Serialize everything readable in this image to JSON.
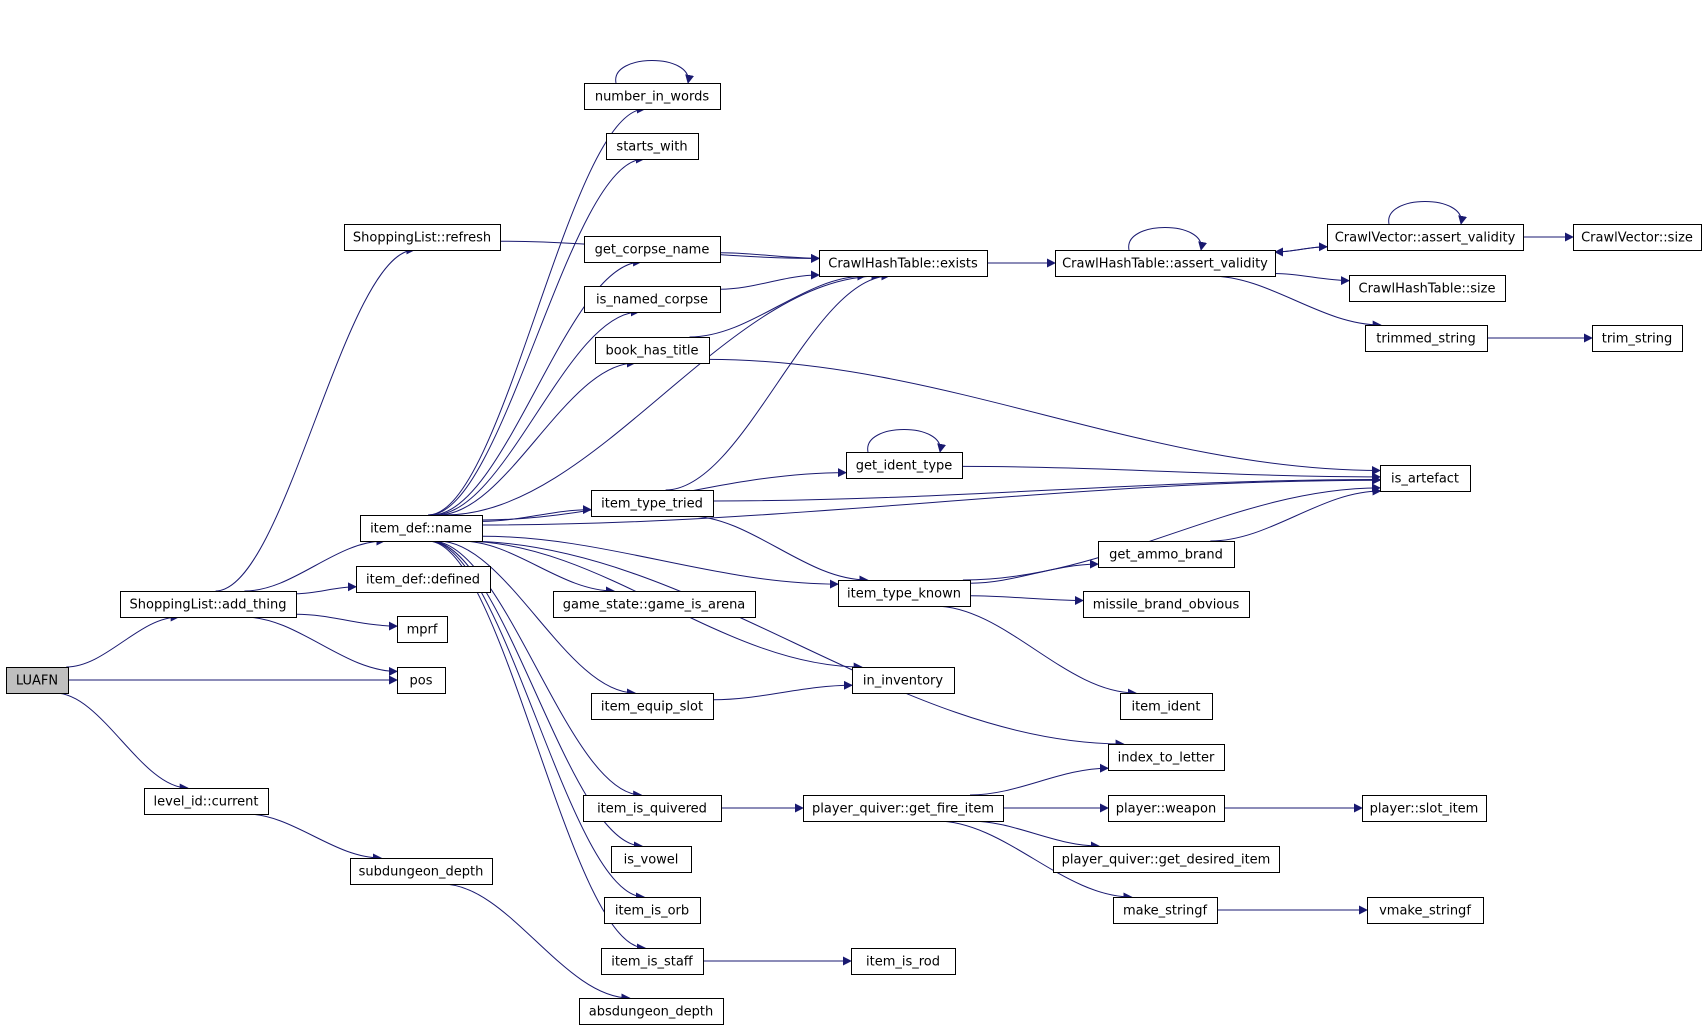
{
  "nodes": [
    {
      "id": "luafn",
      "label": "LUAFN",
      "root": true
    },
    {
      "id": "add_thing",
      "label": "ShoppingList::add_thing"
    },
    {
      "id": "refresh",
      "label": "ShoppingList::refresh"
    },
    {
      "id": "level_current",
      "label": "level_id::current"
    },
    {
      "id": "item_name",
      "label": "item_def::name"
    },
    {
      "id": "defined",
      "label": "item_def::defined"
    },
    {
      "id": "mprf",
      "label": "mprf"
    },
    {
      "id": "pos",
      "label": "pos"
    },
    {
      "id": "subdungeon",
      "label": "subdungeon_depth"
    },
    {
      "id": "absdungeon",
      "label": "absdungeon_depth"
    },
    {
      "id": "number_in_words",
      "label": "number_in_words"
    },
    {
      "id": "starts_with",
      "label": "starts_with"
    },
    {
      "id": "get_corpse_name",
      "label": "get_corpse_name"
    },
    {
      "id": "is_named_corpse",
      "label": "is_named_corpse"
    },
    {
      "id": "book_has_title",
      "label": "book_has_title"
    },
    {
      "id": "item_type_tried",
      "label": "item_type_tried"
    },
    {
      "id": "game_is_arena",
      "label": "game_state::game_is_arena"
    },
    {
      "id": "item_equip_slot",
      "label": "item_equip_slot"
    },
    {
      "id": "item_is_quivered",
      "label": "item_is_quivered"
    },
    {
      "id": "is_vowel",
      "label": "is_vowel"
    },
    {
      "id": "item_is_orb",
      "label": "item_is_orb"
    },
    {
      "id": "item_is_staff",
      "label": "item_is_staff"
    },
    {
      "id": "hash_exists",
      "label": "CrawlHashTable::exists"
    },
    {
      "id": "get_ident_type",
      "label": "get_ident_type"
    },
    {
      "id": "item_type_known",
      "label": "item_type_known"
    },
    {
      "id": "in_inventory",
      "label": "in_inventory"
    },
    {
      "id": "get_fire_item",
      "label": "player_quiver::get_fire_item"
    },
    {
      "id": "item_is_rod",
      "label": "item_is_rod"
    },
    {
      "id": "hash_assert",
      "label": "CrawlHashTable::assert_validity"
    },
    {
      "id": "get_ammo_brand",
      "label": "get_ammo_brand"
    },
    {
      "id": "missile_brand",
      "label": "missile_brand_obvious"
    },
    {
      "id": "item_ident",
      "label": "item_ident"
    },
    {
      "id": "index_to_letter",
      "label": "index_to_letter"
    },
    {
      "id": "player_weapon",
      "label": "player::weapon"
    },
    {
      "id": "get_desired",
      "label": "player_quiver::get_desired_item"
    },
    {
      "id": "make_stringf",
      "label": "make_stringf"
    },
    {
      "id": "vec_assert",
      "label": "CrawlVector::assert_validity"
    },
    {
      "id": "hash_size",
      "label": "CrawlHashTable::size"
    },
    {
      "id": "trimmed_string",
      "label": "trimmed_string"
    },
    {
      "id": "is_artefact",
      "label": "is_artefact"
    },
    {
      "id": "slot_item",
      "label": "player::slot_item"
    },
    {
      "id": "vmake_stringf",
      "label": "vmake_stringf"
    },
    {
      "id": "vec_size",
      "label": "CrawlVector::size"
    },
    {
      "id": "trim_string",
      "label": "trim_string"
    }
  ],
  "edges": [
    [
      "luafn",
      "add_thing"
    ],
    [
      "luafn",
      "pos"
    ],
    [
      "luafn",
      "level_current"
    ],
    [
      "add_thing",
      "refresh"
    ],
    [
      "add_thing",
      "item_name"
    ],
    [
      "add_thing",
      "defined"
    ],
    [
      "add_thing",
      "mprf"
    ],
    [
      "add_thing",
      "pos"
    ],
    [
      "refresh",
      "hash_exists"
    ],
    [
      "level_current",
      "subdungeon"
    ],
    [
      "subdungeon",
      "absdungeon"
    ],
    [
      "item_name",
      "number_in_words"
    ],
    [
      "item_name",
      "starts_with"
    ],
    [
      "item_name",
      "hash_exists"
    ],
    [
      "item_name",
      "get_corpse_name"
    ],
    [
      "item_name",
      "is_named_corpse"
    ],
    [
      "item_name",
      "book_has_title"
    ],
    [
      "item_name",
      "is_artefact"
    ],
    [
      "item_name",
      "get_ident_type"
    ],
    [
      "item_name",
      "item_type_tried"
    ],
    [
      "item_name",
      "item_type_known"
    ],
    [
      "item_name",
      "game_is_arena"
    ],
    [
      "item_name",
      "in_inventory"
    ],
    [
      "item_name",
      "item_equip_slot"
    ],
    [
      "item_name",
      "index_to_letter"
    ],
    [
      "item_name",
      "item_is_quivered"
    ],
    [
      "item_name",
      "is_vowel"
    ],
    [
      "item_name",
      "item_is_orb"
    ],
    [
      "item_name",
      "item_is_staff"
    ],
    [
      "number_in_words",
      "number_in_words"
    ],
    [
      "get_corpse_name",
      "hash_exists"
    ],
    [
      "is_named_corpse",
      "hash_exists"
    ],
    [
      "book_has_title",
      "hash_exists"
    ],
    [
      "book_has_title",
      "is_artefact"
    ],
    [
      "item_type_tried",
      "hash_exists"
    ],
    [
      "item_type_tried",
      "is_artefact"
    ],
    [
      "item_type_tried",
      "item_type_known"
    ],
    [
      "get_ident_type",
      "get_ident_type"
    ],
    [
      "get_ident_type",
      "is_artefact"
    ],
    [
      "item_type_known",
      "get_ammo_brand"
    ],
    [
      "item_type_known",
      "missile_brand"
    ],
    [
      "item_type_known",
      "is_artefact"
    ],
    [
      "item_type_known",
      "item_ident"
    ],
    [
      "get_ammo_brand",
      "is_artefact"
    ],
    [
      "item_equip_slot",
      "in_inventory"
    ],
    [
      "item_is_quivered",
      "get_fire_item"
    ],
    [
      "get_fire_item",
      "index_to_letter"
    ],
    [
      "get_fire_item",
      "player_weapon"
    ],
    [
      "get_fire_item",
      "get_desired"
    ],
    [
      "get_fire_item",
      "make_stringf"
    ],
    [
      "player_weapon",
      "slot_item"
    ],
    [
      "make_stringf",
      "vmake_stringf"
    ],
    [
      "item_is_staff",
      "item_is_rod"
    ],
    [
      "hash_exists",
      "hash_assert"
    ],
    [
      "hash_assert",
      "hash_assert"
    ],
    [
      "hash_assert",
      "vec_assert"
    ],
    [
      "hash_assert",
      "hash_size"
    ],
    [
      "hash_assert",
      "trimmed_string"
    ],
    [
      "vec_assert",
      "vec_assert"
    ],
    [
      "vec_assert",
      "hash_assert"
    ],
    [
      "vec_assert",
      "vec_size"
    ],
    [
      "trimmed_string",
      "trim_string"
    ]
  ]
}
